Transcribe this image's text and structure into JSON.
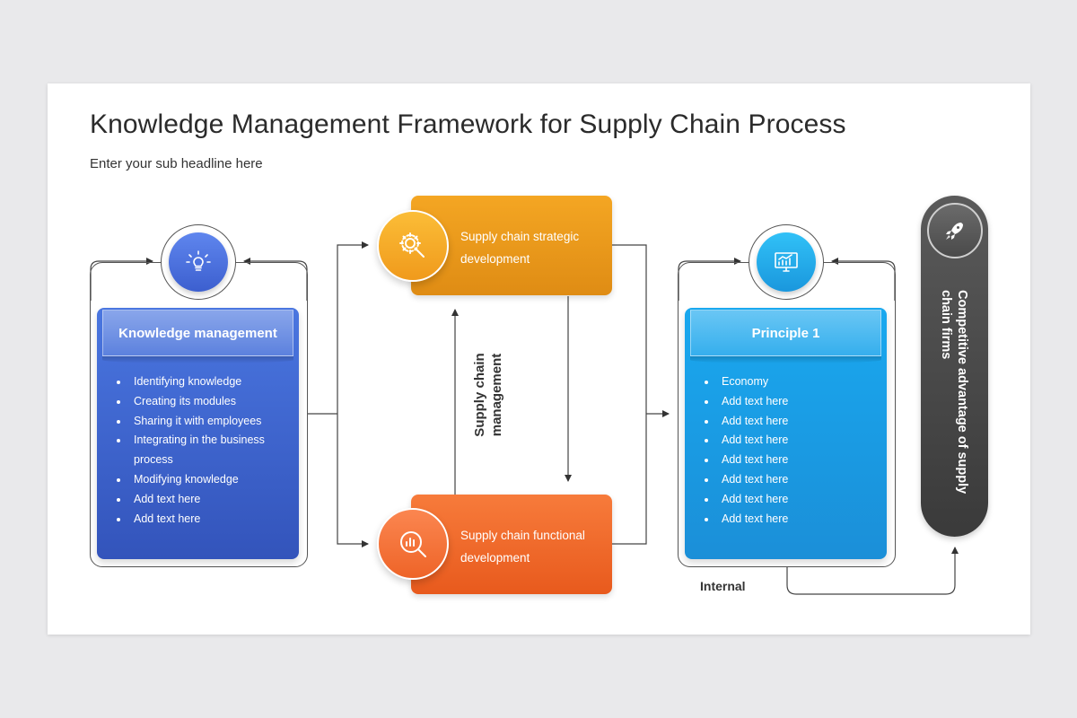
{
  "title": "Knowledge Management Framework for Supply Chain Process",
  "subtitle": "Enter your sub headline here",
  "left_card": {
    "icon": "lightbulb-icon",
    "heading": "Knowledge management",
    "items": [
      "Identifying knowledge",
      "Creating its modules",
      "Sharing it with employees",
      "Integrating in the business process",
      "Modifying knowledge",
      "Add text here",
      "Add text here"
    ]
  },
  "strategic": {
    "icon": "gear-search-icon",
    "line1": "Supply chain strategic",
    "line2": "development"
  },
  "functional": {
    "icon": "chart-search-icon",
    "line1": "Supply chain functional",
    "line2": "development"
  },
  "center_label": {
    "line1": "Supply chain",
    "line2": "management"
  },
  "right_card": {
    "icon": "monitor-chart-icon",
    "heading": "Principle 1",
    "items": [
      "Economy",
      "Add text here",
      "Add text here",
      "Add text here",
      "Add text here",
      "Add text here",
      "Add text here",
      "Add text here"
    ]
  },
  "pill": {
    "icon": "rocket-icon",
    "line1": "Competitive advantage of supply",
    "line2": "chain firms"
  },
  "internal_label": "Internal",
  "colors": {
    "blue": "#3f63d0",
    "cyan": "#1a9de6",
    "yellow": "#ee9b1c",
    "orange": "#ee6428",
    "dark": "#444444"
  }
}
